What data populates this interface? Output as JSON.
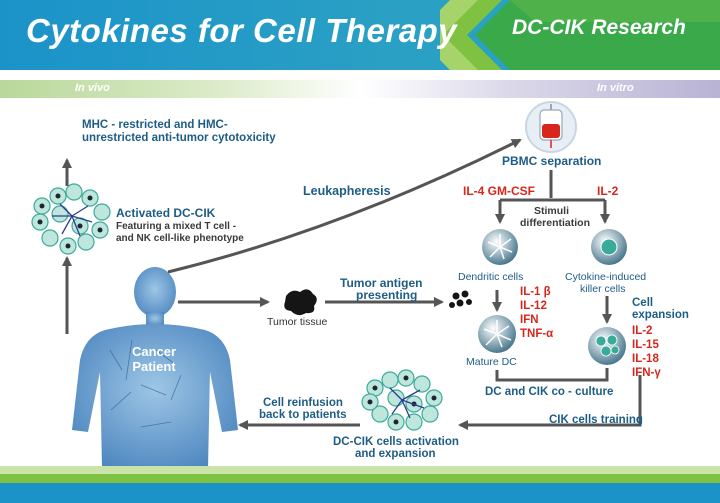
{
  "header": {
    "title": "Cytokines for Cell Therapy",
    "brand": "DC-CIK Research"
  },
  "bands": {
    "in_vivo": "In vivo",
    "in_vitro": "In vitro"
  },
  "left": {
    "mhc_line1": "MHC - restricted and HMC-",
    "mhc_line2": "unrestricted anti-tumor cytotoxicity",
    "activated_title": "Activated DC-CIK",
    "activated_desc1": "Featuring a mixed T cell -",
    "activated_desc2": "and NK cell-like phenotype",
    "patient_line1": "Cancer",
    "patient_line2": "Patient"
  },
  "middle": {
    "leukapheresis": "Leukapheresis",
    "tumor_antigen1": "Tumor antigen",
    "tumor_antigen2": "presenting",
    "tumor_tissue": "Tumor tissue",
    "reinfusion1": "Cell reinfusion",
    "reinfusion2": "back to patients",
    "activation1": "DC-CIK cells activation",
    "activation2": "and expansion"
  },
  "right": {
    "pbmc": "PBMC separation",
    "il4_gmcsf": "IL-4 GM-CSF",
    "il2_top": "IL-2",
    "stimuli1": "Stimuli",
    "stimuli2": "differentiation",
    "dendritic": "Dendritic cells",
    "cik1": "Cytokine-induced",
    "cik2": "killer cells",
    "dc_cytokines": [
      "IL-1 β",
      "IL-12",
      "IFN",
      "TNF-α"
    ],
    "expansion1": "Cell",
    "expansion2": "expansion",
    "cik_cytokines": [
      "IL-2",
      "IL-15",
      "IL-18",
      "IFN-γ"
    ],
    "mature_dc": "Mature DC",
    "coculture": "DC and CIK co - culture",
    "training": "CIK cells training"
  },
  "colors": {
    "header_blue": "#1b93c9",
    "header_green": "#7fc241",
    "text_blue": "#1d5d86",
    "text_red": "#d7261c",
    "arrow": "#555555",
    "cell_teal": "#3aab9b"
  }
}
